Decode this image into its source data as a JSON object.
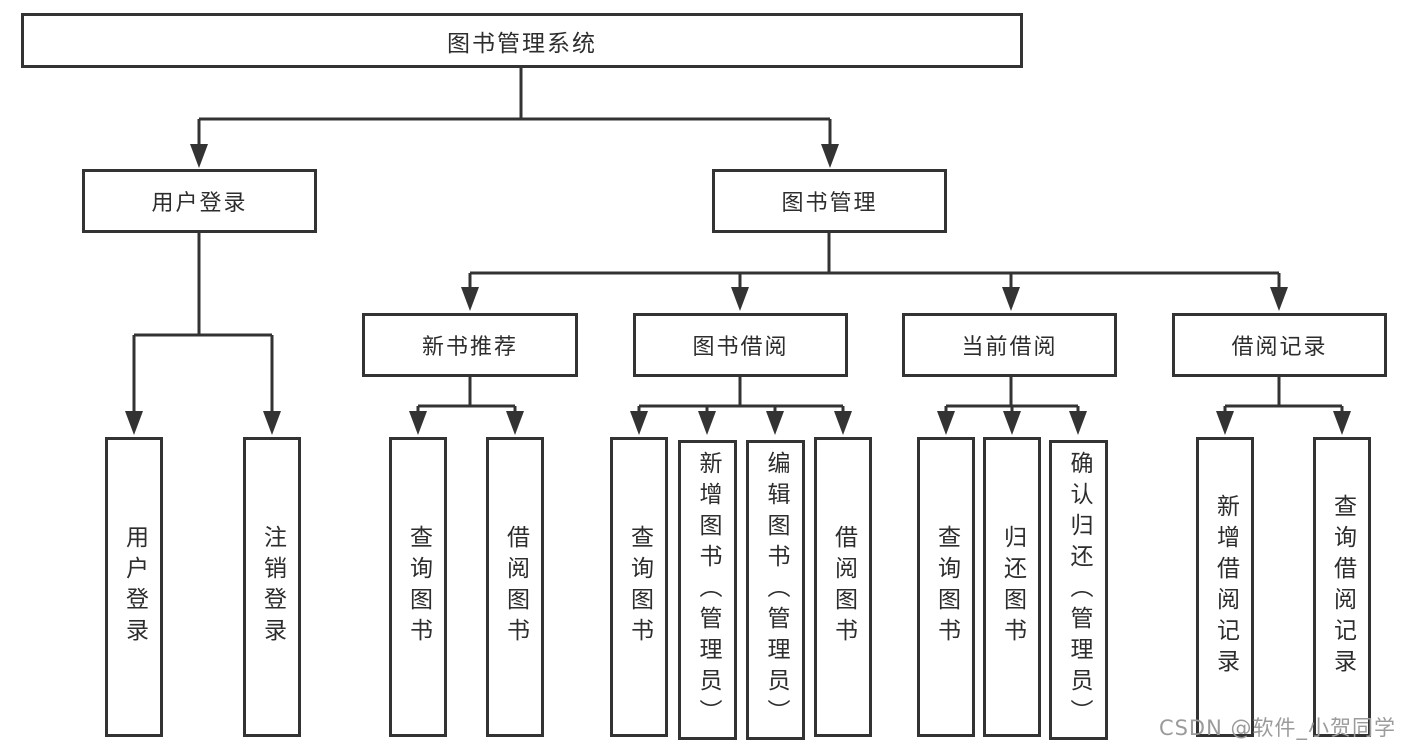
{
  "diagram": {
    "tree": {
      "root": {
        "label": "图书管理系统"
      },
      "branches": [
        {
          "label": "用户登录",
          "children": [
            {
              "label": "用户登录"
            },
            {
              "label": "注销登录"
            }
          ]
        },
        {
          "label": "图书管理",
          "children": [
            {
              "label": "新书推荐",
              "children": [
                {
                  "label": "查询图书"
                },
                {
                  "label": "借阅图书"
                }
              ]
            },
            {
              "label": "图书借阅",
              "children": [
                {
                  "label": "查询图书"
                },
                {
                  "label": "新增图书（管理员）"
                },
                {
                  "label": "编辑图书（管理员）"
                },
                {
                  "label": "借阅图书"
                }
              ]
            },
            {
              "label": "当前借阅",
              "children": [
                {
                  "label": "查询图书"
                },
                {
                  "label": "归还图书"
                },
                {
                  "label": "确认归还（管理员）"
                }
              ]
            },
            {
              "label": "借阅记录",
              "children": [
                {
                  "label": "新增借阅记录"
                },
                {
                  "label": "查询借阅记录"
                }
              ]
            }
          ]
        }
      ]
    },
    "colors": {
      "line": "#333333",
      "text": "#2d2d2d",
      "background": "#ffffff",
      "watermark": "#9b9b9b"
    }
  },
  "watermark": {
    "text": "CSDN @软件_小贺同学"
  }
}
